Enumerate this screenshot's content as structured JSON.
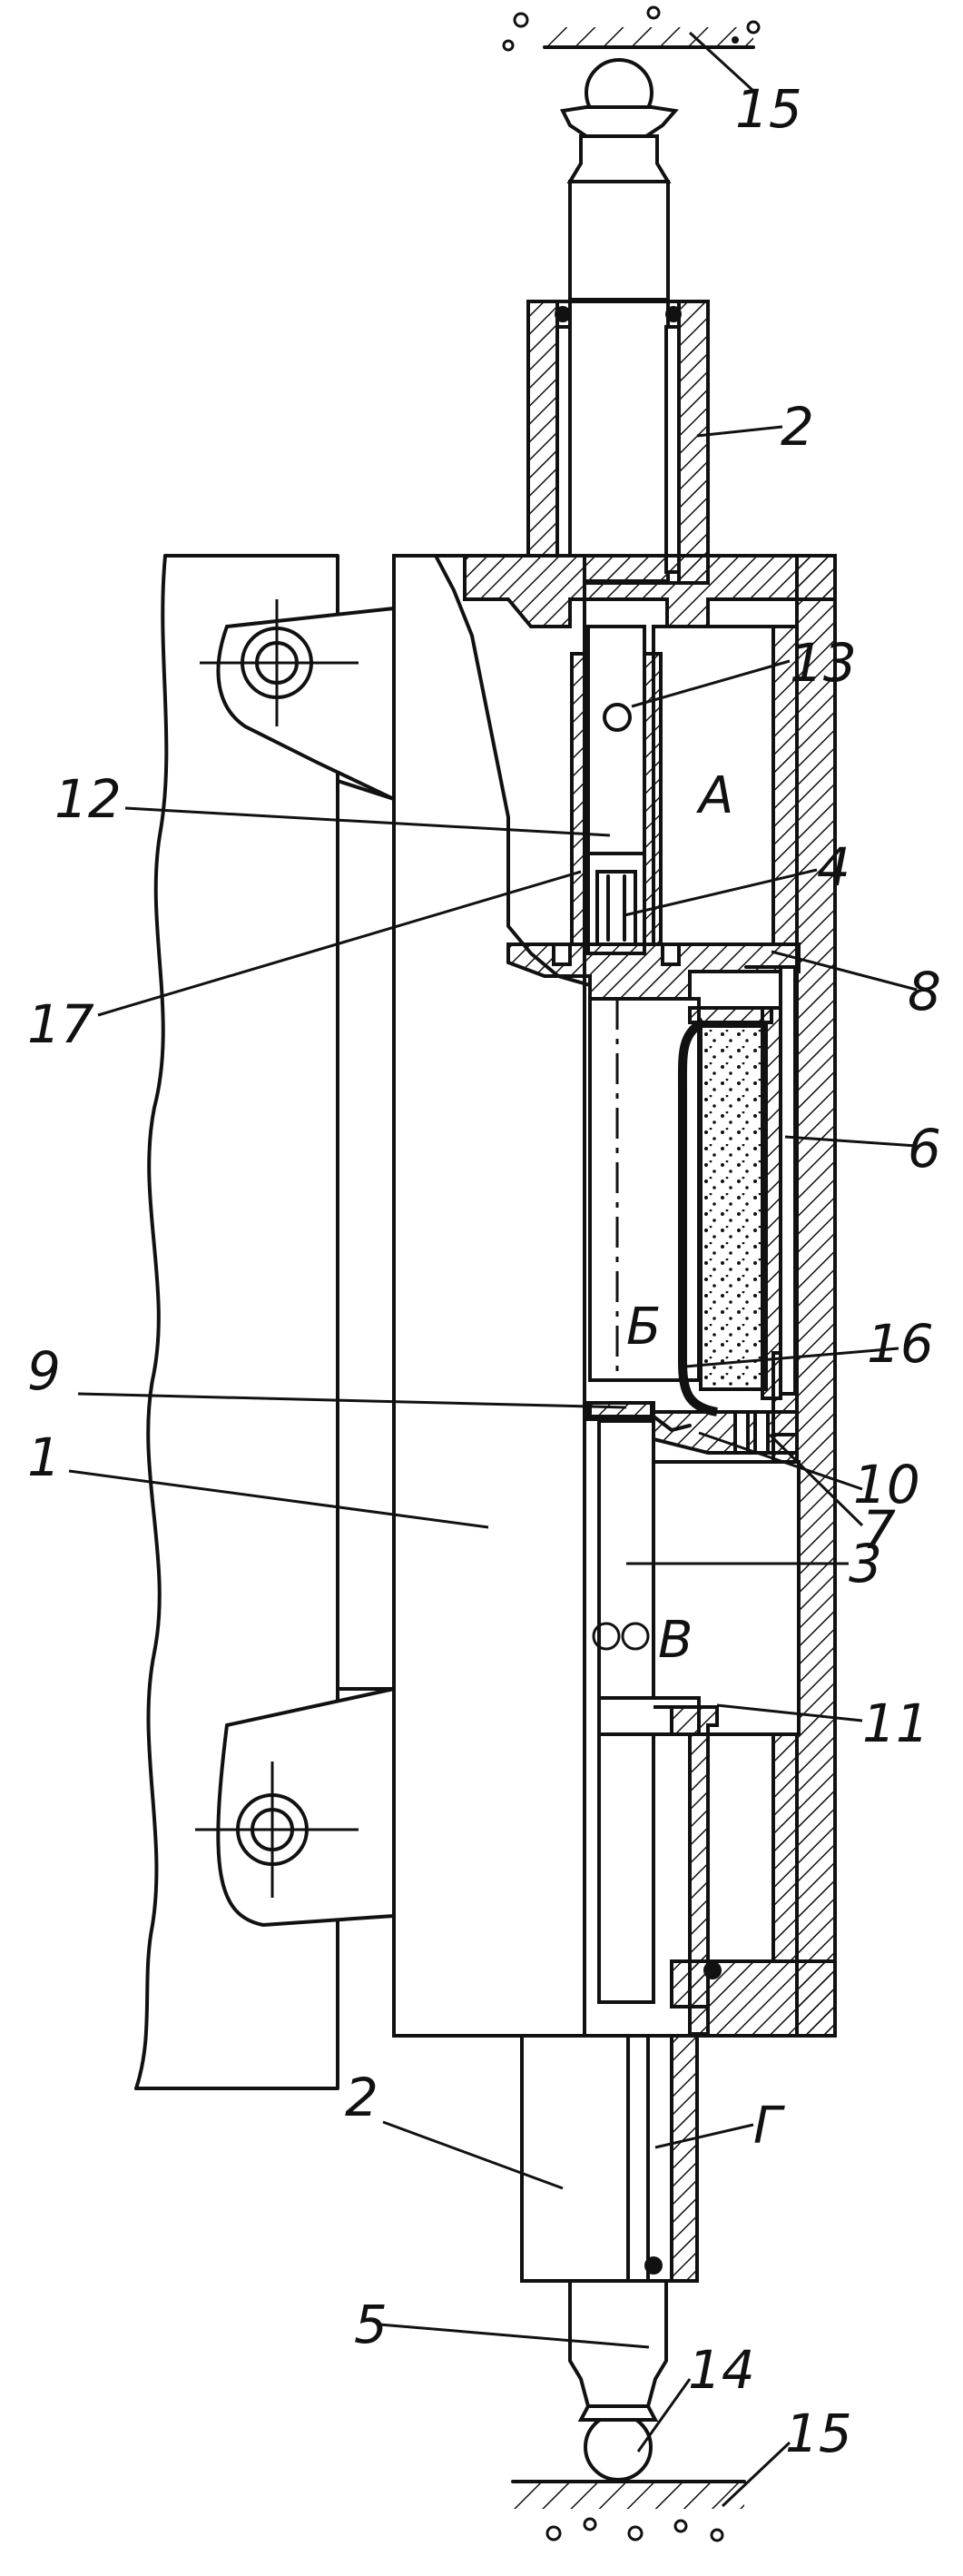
{
  "labels": {
    "l1": "1",
    "l2_top": "2",
    "l2_bottom": "2",
    "l3": "3",
    "l4": "4",
    "l5": "5",
    "l6": "6",
    "l7": "7",
    "l8": "8",
    "l9": "9",
    "l10": "10",
    "l11": "11",
    "l12": "12",
    "l13": "13",
    "l14": "14",
    "l15_top": "15",
    "l15_bottom": "15",
    "l16": "16",
    "l17": "17"
  },
  "zones": {
    "a": "А",
    "b": "Б",
    "v": "В",
    "g": "Г"
  }
}
